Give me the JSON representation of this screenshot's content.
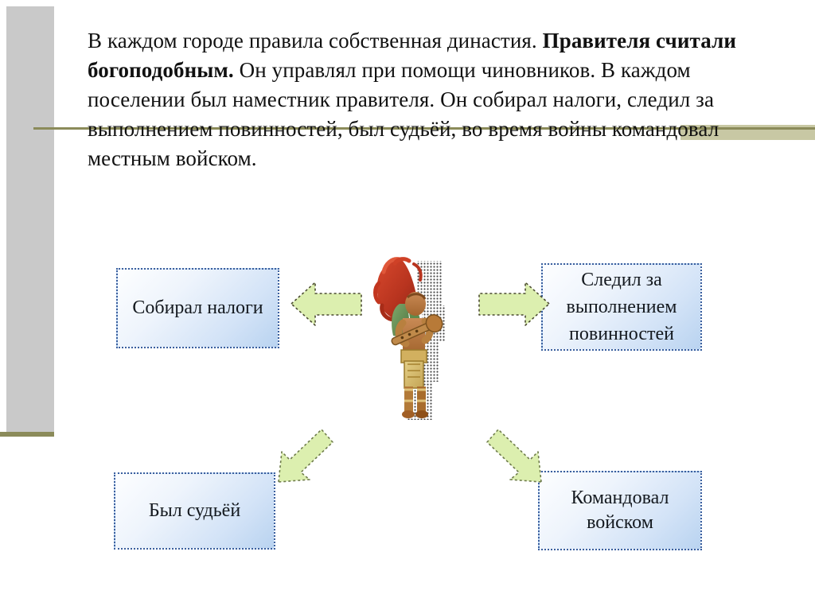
{
  "slide": {
    "background_color": "#ffffff",
    "accent_color": "#8b8b5a",
    "sidebar_color": "#c9c9c9",
    "node_border_color": "#3a5f9e",
    "arrow_color": "#d8eda8"
  },
  "paragraph": {
    "part1": "В каждом городе правила собственная династия. ",
    "bold": "Правителя считали богоподобным.",
    "part2": " Он управлял при помощи чиновников. В каждом поселении был наместник правителя. Он собирал налоги, следил за выполнением повинностей, был судьёй, во время войны командовал местным войском."
  },
  "diagram": {
    "center_figure_alt": "Изображение правителя",
    "nodes": [
      {
        "id": "taxes",
        "label": "Собирал налоги"
      },
      {
        "id": "duties",
        "label": "Следил за выполнением повинностей"
      },
      {
        "id": "judge",
        "label": "Был судьёй"
      },
      {
        "id": "army",
        "label": "Командовал войском"
      }
    ],
    "arrows": [
      {
        "id": "arrow-left",
        "direction": "left",
        "icon": "arrow-left-icon"
      },
      {
        "id": "arrow-right",
        "direction": "right",
        "icon": "arrow-right-icon"
      },
      {
        "id": "arrow-down-left",
        "direction": "down-left",
        "icon": "arrow-down-left-icon"
      },
      {
        "id": "arrow-down-right",
        "direction": "down-right",
        "icon": "arrow-down-right-icon"
      }
    ]
  }
}
